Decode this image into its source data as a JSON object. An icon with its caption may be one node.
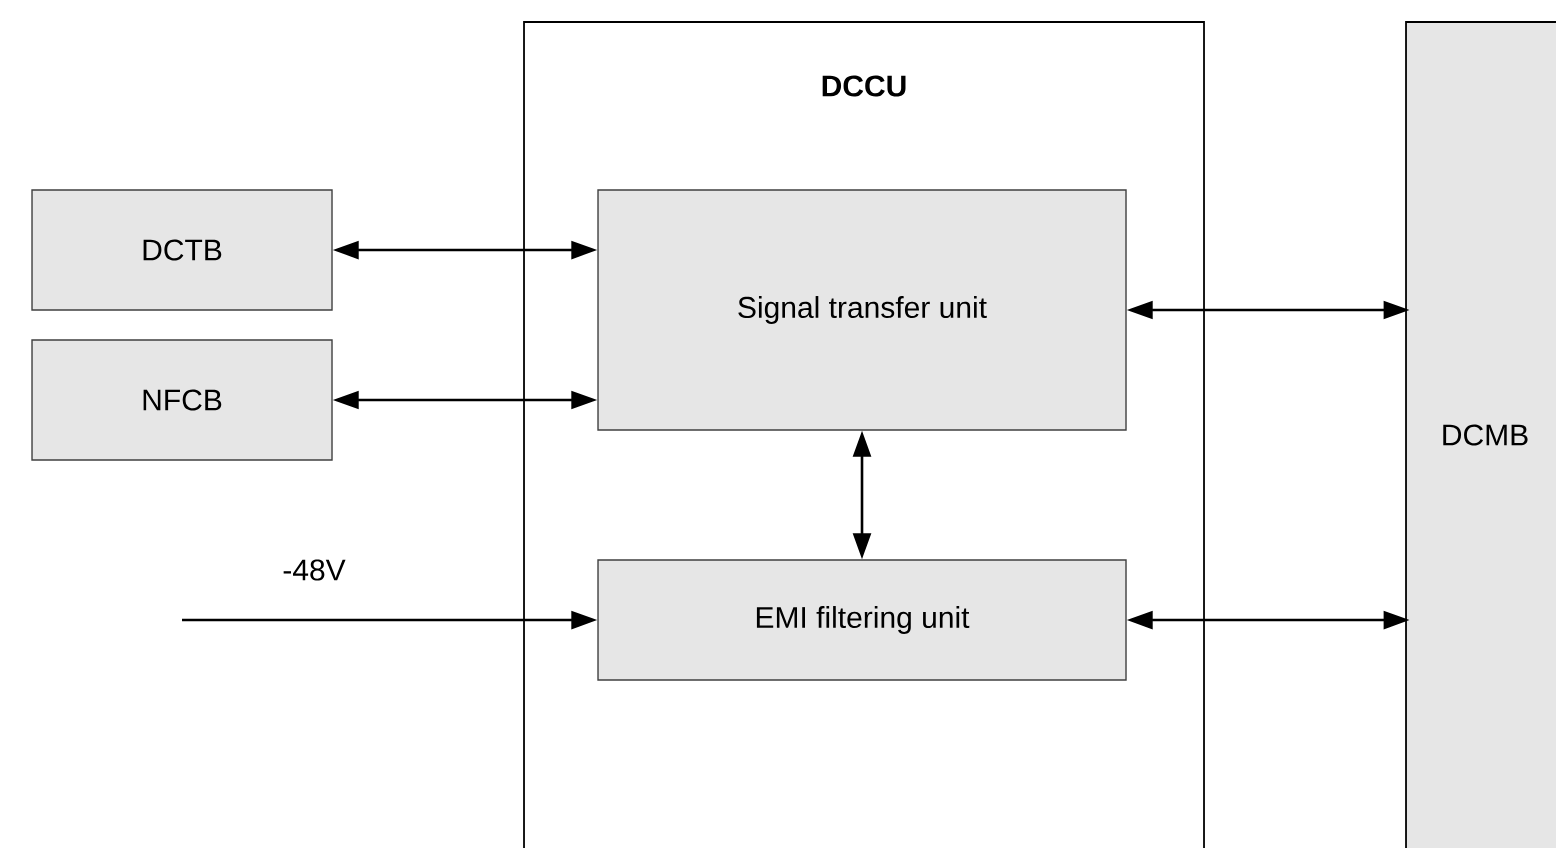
{
  "diagram": {
    "nodes": [
      {
        "text": [
          "DCCU"
        ]
      },
      {
        "text": [
          "DCTB"
        ]
      },
      {
        "text": [
          "NFCB"
        ]
      },
      {
        "text": [
          "Signal transfer unit"
        ],
        "in": 0
      },
      {
        "text": [
          "EMI filtering unit"
        ],
        "in": 0
      },
      {
        "text": [
          "DCMB"
        ]
      }
    ],
    "edges": [
      {
        "from": 1,
        "to": 3,
        "arrow": "both"
      },
      {
        "from": 2,
        "to": 3,
        "arrow": "both"
      },
      {
        "from": 3,
        "to": 5,
        "arrow": "both"
      },
      {
        "from": 3,
        "to": 4,
        "arrow": "both"
      },
      {
        "from": null,
        "to": 4,
        "arrow": "to",
        "label": "-48V"
      },
      {
        "from": 4,
        "to": 5,
        "arrow": "both"
      }
    ]
  }
}
